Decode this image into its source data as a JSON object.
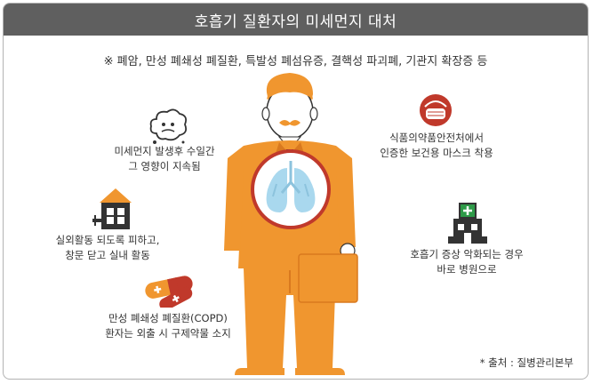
{
  "title": "호흡기 질환자의 미세먼지 대처",
  "subtitle": "※ 폐암, 만성 폐쇄성 폐질환, 특발성 폐섬유증, 결핵성 파괴폐, 기관지 확장증 등",
  "tips": {
    "dust": {
      "line1": "미세먼지 발생후 수일간",
      "line2": "그 영향이 지속됨"
    },
    "indoor": {
      "line1": "실외활동 되도록 피하고,",
      "line2": "창문 닫고 실내 활동"
    },
    "medicine": {
      "line1": "만성 폐쇄성 폐질환(COPD)",
      "line2": "환자는 외출 시 구제약물 소지"
    },
    "mask": {
      "line1": "식품의약품안전처에서",
      "line2": "인증한 보건용 마스크 착용"
    },
    "hospital": {
      "line1": "호흡기 증상 악화되는 경우",
      "line2": "바로 병원으로"
    }
  },
  "source": "* 출처 : 질병관리본부",
  "colors": {
    "orange": "#f0962f",
    "orange_dark": "#d9791f",
    "dark": "#333333",
    "red": "#c0392b",
    "lung": "#a9d8ee",
    "green": "#2e9a48",
    "title_bg": "#5f5f5f"
  },
  "icons": [
    "dust-cloud-icon",
    "house-icon",
    "pill-icon",
    "mask-icon",
    "hospital-icon",
    "lungs-icon"
  ]
}
